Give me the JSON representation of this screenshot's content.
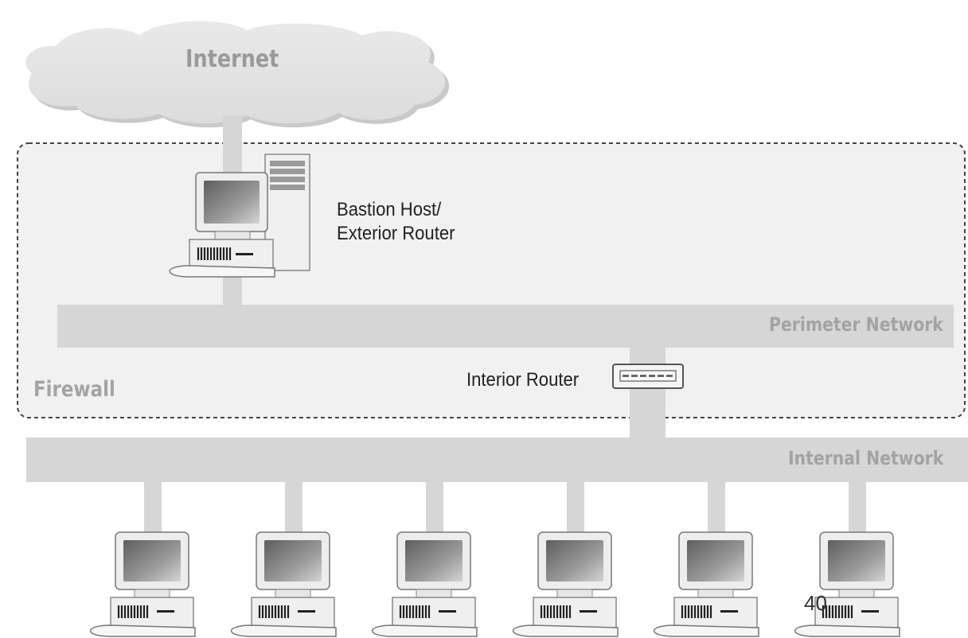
{
  "labels": {
    "internet": "Internet",
    "bastion_line1": "Bastion Host/",
    "bastion_line2": "Exterior Router",
    "perimeter_network": "Perimeter Network",
    "firewall": "Firewall",
    "interior_router": "Interior Router",
    "internal_network": "Internal Network"
  },
  "page_number": "40",
  "icons": {
    "cloud": "internet-cloud-icon",
    "bastion": "bastion-host-computer-icon",
    "router": "interior-router-icon",
    "workstation": "workstation-computer-icon"
  },
  "workstation_count": 6,
  "colors": {
    "network_bar": "#d6d6d6",
    "firewall_zone": "#f1f1f1",
    "cloud": "#e2e2e2",
    "label_gray": "#a3a3a3"
  }
}
